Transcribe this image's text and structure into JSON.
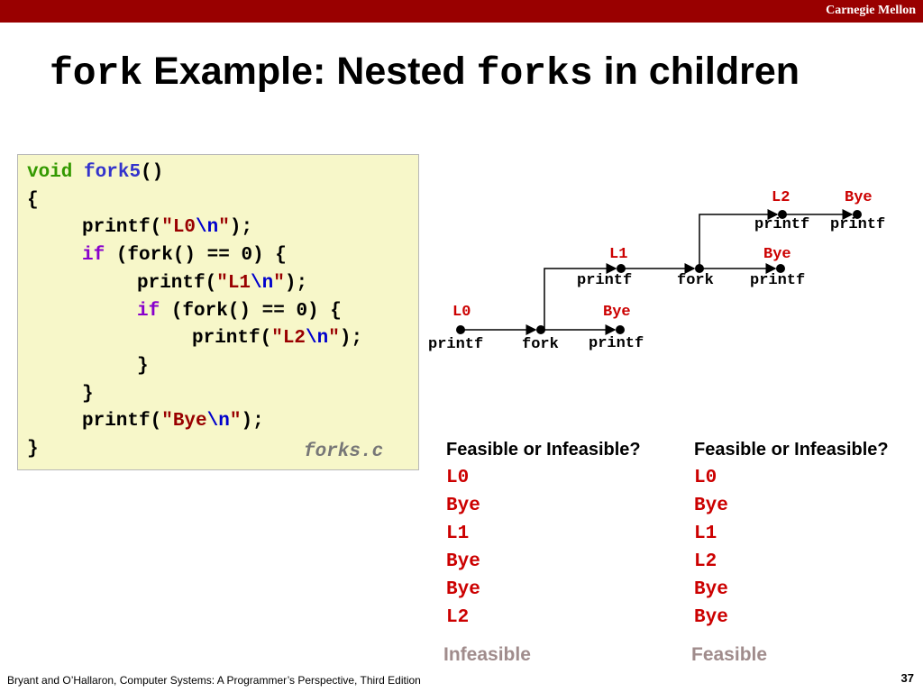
{
  "header": {
    "brand": "Carnegie Mellon"
  },
  "title": {
    "part1": "fork",
    "part2": " Example: Nested ",
    "part3": "forks",
    "part4": " in children"
  },
  "code": {
    "line1_kw": "void",
    "line1_fn": "fork5",
    "line1_parens": "()",
    "line2": "{",
    "line3_pre": "printf(",
    "line3_q1": "\"L0",
    "line3_esc": "\\n",
    "line3_q2": "\"",
    "line3_post": ");",
    "line4_kw": "if",
    "line4_post": " (fork() == 0) {",
    "line5_pre": "printf(",
    "line5_q1": "\"L1",
    "line5_esc": "\\n",
    "line5_q2": "\"",
    "line5_post": ");",
    "line6_kw": "if",
    "line6_post": " (fork() == 0) {",
    "line7_pre": "printf(",
    "line7_q1": "\"L2",
    "line7_esc": "\\n",
    "line7_q2": "\"",
    "line7_post": ");",
    "line8": "}",
    "line9": "}",
    "line10_pre": "printf(",
    "line10_q1": "\"Bye",
    "line10_esc": "\\n",
    "line10_q2": "\"",
    "line10_post": ");",
    "line11": "}",
    "filename": "forks.c"
  },
  "graph": {
    "l0": "L0",
    "printf_a": "printf",
    "fork_a": "fork",
    "bye_a": "Bye",
    "printf_b": "printf",
    "l1": "L1",
    "printf_c": "printf",
    "fork_b": "fork",
    "bye_b": "Bye",
    "printf_d": "printf",
    "l2": "L2",
    "printf_e": "printf",
    "bye_c": "Bye",
    "printf_f": "printf"
  },
  "columns": [
    {
      "question": "Feasible or Infeasible?",
      "sequence": [
        "L0",
        "Bye",
        "L1",
        "Bye",
        "Bye",
        "L2"
      ],
      "verdict": "Infeasible"
    },
    {
      "question": "Feasible or Infeasible?",
      "sequence": [
        "L0",
        "Bye",
        "L1",
        "L2",
        "Bye",
        "Bye"
      ],
      "verdict": "Feasible"
    }
  ],
  "footer": {
    "citation": "Bryant and O’Hallaron, Computer Systems: A Programmer’s Perspective, Third Edition",
    "page": "37"
  },
  "colors": {
    "brand_bar": "#990000",
    "code_bg": "#f7f7c9",
    "label_red": "#cc0000",
    "verdict_gray": "#a08c8c"
  }
}
